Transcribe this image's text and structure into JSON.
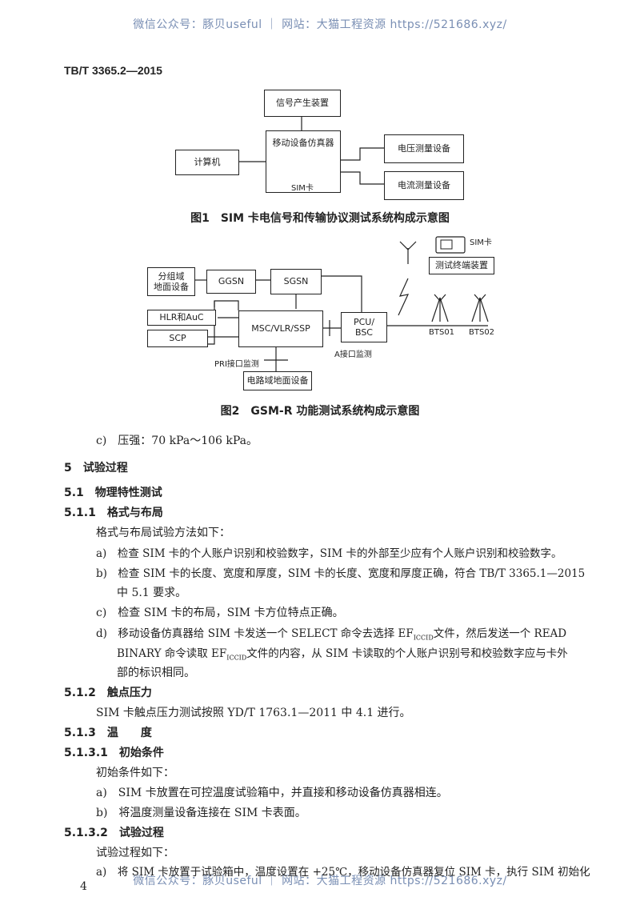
{
  "watermark": "微信公众号：豚贝useful ｜ 网站：大猫工程资源 https://521686.xyz/",
  "doc_id": "TB/T 3365.2—2015",
  "fig1": {
    "signal": "信号产生装置",
    "simulator": "移动设备仿真器",
    "computer": "计算机",
    "voltage": "电压测量设备",
    "current": "电流测量设备",
    "simcard": "SIM卡",
    "caption": "图1　SIM 卡电信号和传输协议测试系统构成示意图"
  },
  "fig2": {
    "simcard": "SIM卡",
    "terminal": "测试终端装置",
    "packet": "分组域\n地面设备",
    "ggsn": "GGSN",
    "sgsn": "SGSN",
    "hlr": "HLR和AuC",
    "msc": "MSC/VLR/SSP",
    "scp": "SCP",
    "pcu": "PCU/\nBSC",
    "bts1": "BTS01",
    "bts2": "BTS02",
    "pri": "PRI接口监测",
    "a_if": "A接口监测",
    "circuit": "电路域地面设备",
    "caption": "图2　GSM-R 功能测试系统构成示意图"
  },
  "body": {
    "c_pressure": "c)　压强：70 kPa～106 kPa。",
    "s5": "5　试验过程",
    "s51": "5.1　物理特性测试",
    "s511": "5.1.1　格式与布局",
    "s511_intro": "格式与布局试验方法如下：",
    "a_line": "a)　检查 SIM 卡的个人账户识别和校验数字，SIM 卡的外部至少应有个人账户识别和校验数字。",
    "b_line1": "b)　检查 SIM 卡的长度、宽度和厚度，SIM 卡的长度、宽度和厚度正确，符合 TB/T 3365.1—2015",
    "b_line2": "中 5.1 要求。",
    "c_line": "c)　检查 SIM 卡的布局，SIM 卡方位特点正确。",
    "d_line1_pre": "d)　移动设备仿真器给 SIM 卡发送一个 SELECT 命令去选择 EF",
    "d_line1_sub": "ICCID",
    "d_line1_post": "文件，然后发送一个 READ",
    "d_line2_pre": "BINARY 命令读取 EF",
    "d_line2_sub": "ICCID",
    "d_line2_post": "文件的内容，从 SIM 卡读取的个人账户识别号和校验数字应与卡外",
    "d_line3": "部的标识相同。",
    "s512": "5.1.2　触点压力",
    "s512_text": "SIM 卡触点压力测试按照 YD/T 1763.1—2011 中 4.1 进行。",
    "s513": "5.1.3　温　　度",
    "s5131": "5.1.3.1　初始条件",
    "s5131_intro": "初始条件如下：",
    "s5131_a": "a)　SIM 卡放置在可控温度试验箱中，并直接和移动设备仿真器相连。",
    "s5131_b": "b)　将温度测量设备连接在 SIM 卡表面。",
    "s5132": "5.1.3.2　试验过程",
    "s5132_intro": "试验过程如下：",
    "s5132_a": "a)　将 SIM 卡放置于试验箱中，温度设置在 +25℃，移动设备仿真器复位 SIM 卡，执行 SIM 初始化"
  },
  "page_number": "4"
}
